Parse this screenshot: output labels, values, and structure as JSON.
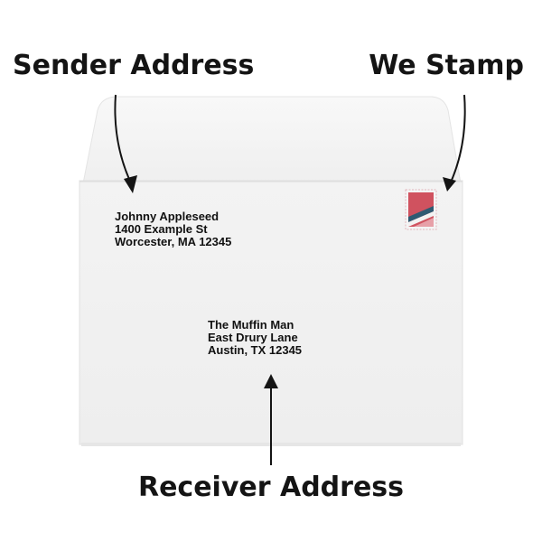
{
  "labels": {
    "sender": "Sender Address",
    "stamp": "We Stamp",
    "receiver": "Receiver Address"
  },
  "sender_address": {
    "line1": "Johnny Appleseed",
    "line2": "1400 Example St",
    "line3": "Worcester, MA 12345"
  },
  "receiver_address": {
    "line1": "The Muffin Man",
    "line2": "East Drury Lane",
    "line3": "Austin, TX 12345"
  },
  "colors": {
    "envelope": "#f2f2f2",
    "envelope_flap": "#f6f6f6",
    "stamp": "#d0525f",
    "stamp_stripe": "#2f5a72",
    "text": "#141414"
  }
}
